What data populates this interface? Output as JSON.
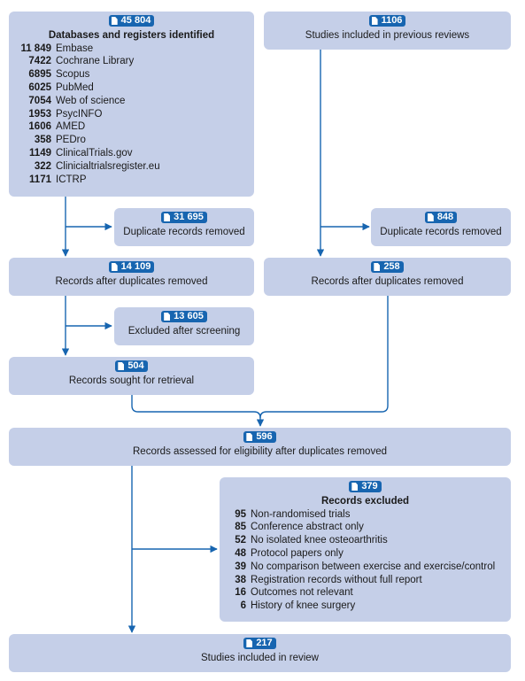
{
  "identification": {
    "count": "45 804",
    "title": "Databases and registers identified",
    "sources": [
      {
        "n": "11 849",
        "name": "Embase"
      },
      {
        "n": "7422",
        "name": "Cochrane Library"
      },
      {
        "n": "6895",
        "name": "Scopus"
      },
      {
        "n": "6025",
        "name": "PubMed"
      },
      {
        "n": "7054",
        "name": "Web of science"
      },
      {
        "n": "1953",
        "name": "PsycINFO"
      },
      {
        "n": "1606",
        "name": "AMED"
      },
      {
        "n": "358",
        "name": "PEDro"
      },
      {
        "n": "1149",
        "name": "ClinicalTrials.gov"
      },
      {
        "n": "322",
        "name": "Clinicialtrialsregister.eu"
      },
      {
        "n": "1171",
        "name": "ICTRP"
      }
    ]
  },
  "previous": {
    "count": "1106",
    "label": "Studies included in previous reviews"
  },
  "dup_left": {
    "count": "31 695",
    "label": "Duplicate records removed"
  },
  "dup_right": {
    "count": "848",
    "label": "Duplicate records removed"
  },
  "after_dup_left": {
    "count": "14 109",
    "label": "Records after duplicates removed"
  },
  "after_dup_right": {
    "count": "258",
    "label": "Records after duplicates removed"
  },
  "excluded_screening": {
    "count": "13 605",
    "label": "Excluded after screening"
  },
  "sought": {
    "count": "504",
    "label": "Records sought for retrieval"
  },
  "assessed": {
    "count": "596",
    "label": "Records assessed for eligibility after duplicates removed"
  },
  "excluded": {
    "count": "379",
    "title": "Records excluded",
    "reasons": [
      {
        "n": "95",
        "text": "Non-randomised trials"
      },
      {
        "n": "85",
        "text": "Conference abstract only"
      },
      {
        "n": "52",
        "text": "No isolated knee osteoarthritis"
      },
      {
        "n": "48",
        "text": "Protocol papers only"
      },
      {
        "n": "39",
        "text": "No comparison between exercise and exercise/control"
      },
      {
        "n": "38",
        "text": "Registration records without full report"
      },
      {
        "n": "16",
        "text": "Outcomes not relevant"
      },
      {
        "n": "6",
        "text": "History of knee surgery"
      }
    ]
  },
  "included": {
    "count": "217",
    "label": "Studies included in review"
  },
  "colors": {
    "box": "#c5cfe8",
    "badge": "#1765b0",
    "arrow": "#1765b0"
  }
}
